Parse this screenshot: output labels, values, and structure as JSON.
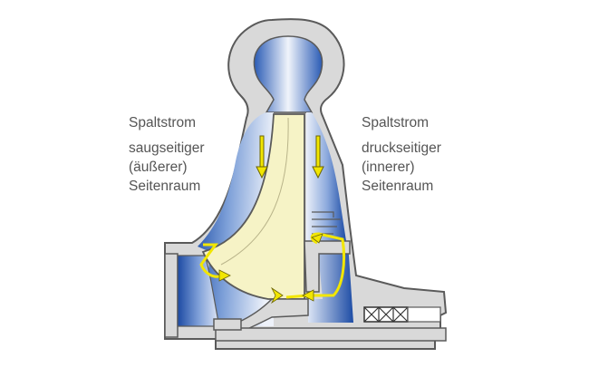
{
  "labels": {
    "left": {
      "title": "Spaltstrom",
      "lines": [
        "saugseitiger",
        "(äußerer)",
        "Seitenraum"
      ]
    },
    "right": {
      "title": "Spaltstrom",
      "lines": [
        "druckseitiger",
        "(innerer)",
        "Seitenraum"
      ]
    }
  },
  "colors": {
    "casing_fill": "#d9d9d9",
    "casing_stroke": "#5a5a5a",
    "fluid_blue_dark": "#1f4fa8",
    "fluid_blue_light": "#e8eef8",
    "impeller_fill": "#f6f3c6",
    "flow_arrow": "#f2e600",
    "flow_arrow_stroke": "#6b6400",
    "text": "#555555"
  },
  "icons": [
    "flow-arrow-icon",
    "shaft-seal-packing-icon"
  ]
}
